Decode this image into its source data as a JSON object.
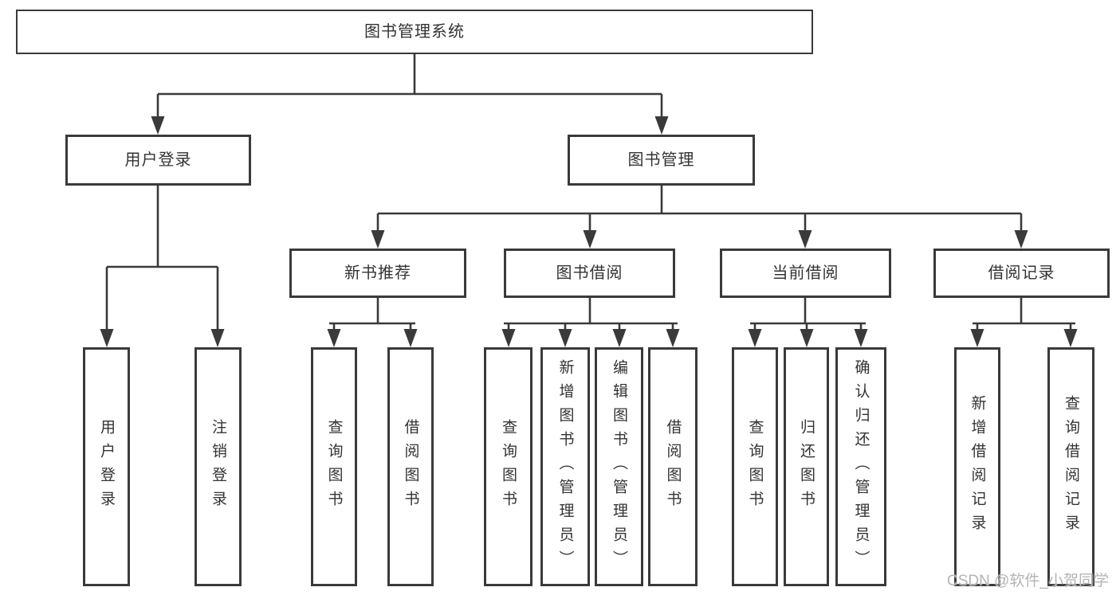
{
  "diagram": {
    "root": {
      "label": "图书管理系统"
    },
    "branches": [
      {
        "label": "用户登录",
        "children": [
          {
            "label": "用户登录"
          },
          {
            "label": "注销登录"
          }
        ]
      },
      {
        "label": "图书管理",
        "children": [
          {
            "label": "新书推荐",
            "children": [
              {
                "label": "查询图书"
              },
              {
                "label": "借阅图书"
              }
            ]
          },
          {
            "label": "图书借阅",
            "children": [
              {
                "label": "查询图书"
              },
              {
                "label": "新增图书（管理员）"
              },
              {
                "label": "编辑图书（管理员）"
              },
              {
                "label": "借阅图书"
              }
            ]
          },
          {
            "label": "当前借阅",
            "children": [
              {
                "label": "查询图书"
              },
              {
                "label": "归还图书"
              },
              {
                "label": "确认归还（管理员）"
              }
            ]
          },
          {
            "label": "借阅记录",
            "children": [
              {
                "label": "新增借阅记录"
              },
              {
                "label": "查询借阅记录"
              }
            ]
          }
        ]
      }
    ]
  },
  "watermark": {
    "text": "CSDN @软件_小贺同学"
  },
  "colors": {
    "line": "#3a3a3a",
    "text": "#333333",
    "background": "#ffffff",
    "watermark": "#b4b4b4"
  }
}
